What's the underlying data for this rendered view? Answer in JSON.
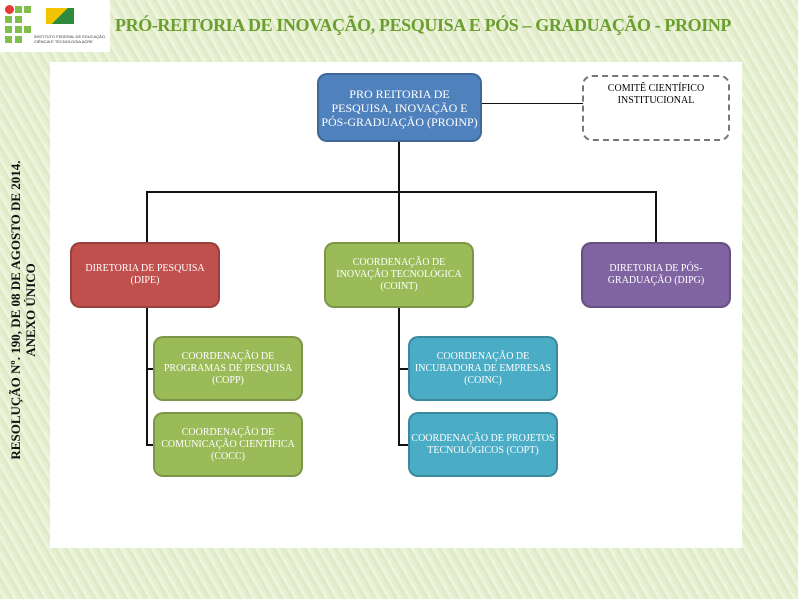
{
  "header": {
    "title": "PRÓ-REITORIA DE INOVAÇÃO, PESQUISA E PÓS – GRADUAÇÃO - PROINP",
    "logo_text": "INSTITUTO FEDERAL DE EDUCAÇÃO, CIÊNCIA E TECNOLOGIA ACRE"
  },
  "side_text": [
    "RESOLUÇÃO Nº. 190, DE 08 DE AGOSTO DE 2014.",
    "ANEXO ÚNICO"
  ],
  "chart": {
    "root": "PRO REITORIA DE PESQUISA, INOVAÇÃO E PÓS-GRADUAÇÃO (PROINP)",
    "committee": "COMITÊ CIENTÍFICO INSTITUCIONAL",
    "dipe": "DIRETORIA DE PESQUISA (DIPE)",
    "coint": "COORDENAÇÃO DE INOVAÇÃO TECNOLÓGICA (COINT)",
    "dipg": "DIRETORIA DE PÓS-GRADUAÇÃO (DIPG)",
    "copp": "COORDENAÇÃO DE PROGRAMAS DE PESQUISA (COPP)",
    "cocc": "COORDENAÇÃO DE COMUNICAÇÃO CIENTÍFICA (COCC)",
    "coinc": "COORDENAÇÃO DE INCUBADORA DE EMPRESAS (COINC)",
    "copt": "COORDENAÇÃO DE PROJETOS TECNOLÓGICOS (COPT)"
  }
}
